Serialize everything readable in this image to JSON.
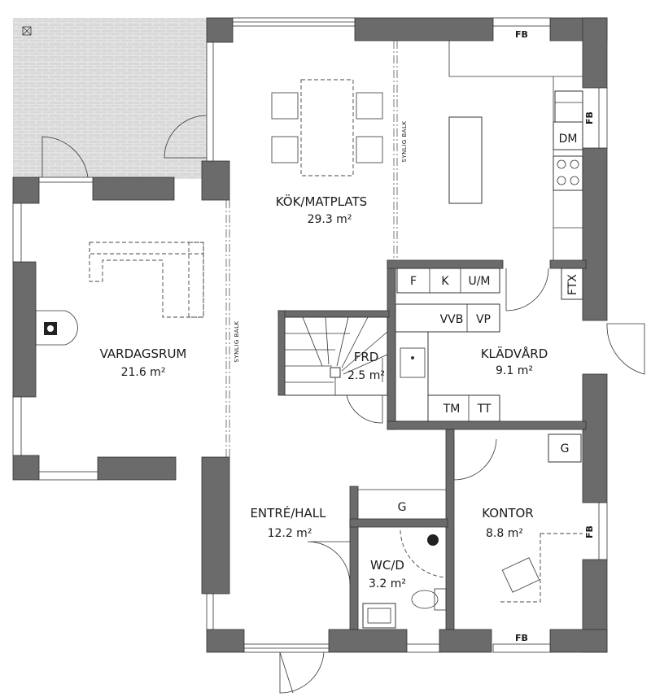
{
  "rooms": {
    "kok": {
      "name": "KÖK/MATPLATS",
      "area": "29.3 m²"
    },
    "vardagsrum": {
      "name": "VARDAGSRUM",
      "area": "21.6 m²"
    },
    "frd": {
      "name": "FRD",
      "area": "2.5 m²"
    },
    "kladvard": {
      "name": "KLÄDVÅRD",
      "area": "9.1 m²"
    },
    "entre": {
      "name": "ENTRÉ/HALL",
      "area": "12.2 m²"
    },
    "kontor": {
      "name": "KONTOR",
      "area": "8.8 m²"
    },
    "wc": {
      "name": "WC/D",
      "area": "3.2 m²"
    }
  },
  "fixtures": {
    "fb": "FB",
    "dm": "DM",
    "ftx": "FTX",
    "f": "F",
    "k": "K",
    "um": "U/M",
    "vvb": "VVB",
    "vp": "VP",
    "tm": "TM",
    "tt": "TT",
    "g": "G"
  },
  "annotations": {
    "synlig_balk": "SYNLIG BALK"
  },
  "colors": {
    "wall": "#6b6b6b",
    "patio": "#d6d6d6"
  }
}
